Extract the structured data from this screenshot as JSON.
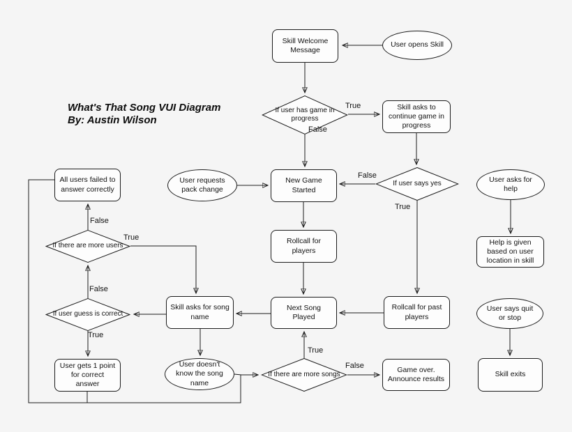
{
  "title": {
    "line1": "What's That Song VUI Diagram",
    "line2": "By: Austin Wilson"
  },
  "labels": {
    "true": "True",
    "false": "False"
  },
  "colors": {
    "background": "#f5f5f5",
    "shape_fill": "#fdfdfd",
    "stroke": "#1a1a1a",
    "text": "#111111"
  },
  "nodes": {
    "skill_welcome": "Skill Welcome Message",
    "user_opens_skill": "User opens Skill",
    "game_in_progress_decision": "If user has game in progress",
    "continue_game": "Skill asks to continue game in progress",
    "all_users_failed": "All users failed to answer correctly",
    "pack_change": "User requests pack change",
    "new_game": "New Game Started",
    "user_says_yes_decision": "If user says yes",
    "user_asks_help": "User asks for help",
    "more_users_decision": "If there are more users",
    "rollcall_players": "Rollcall for players",
    "help_given": "Help is given based on user location in skill",
    "guess_correct_decision": "If user guess is correct",
    "skill_asks_song": "Skill asks for song name",
    "next_song": "Next Song Played",
    "rollcall_past": "Rollcall for past players",
    "user_quit": "User says quit or stop",
    "user_point": "User gets 1 point for correct answer",
    "user_doesnt_know": "User doesn't know the song name",
    "more_songs_decision": "If there are more songs",
    "game_over": "Game over. Announce results",
    "skill_exits": "Skill exits"
  }
}
